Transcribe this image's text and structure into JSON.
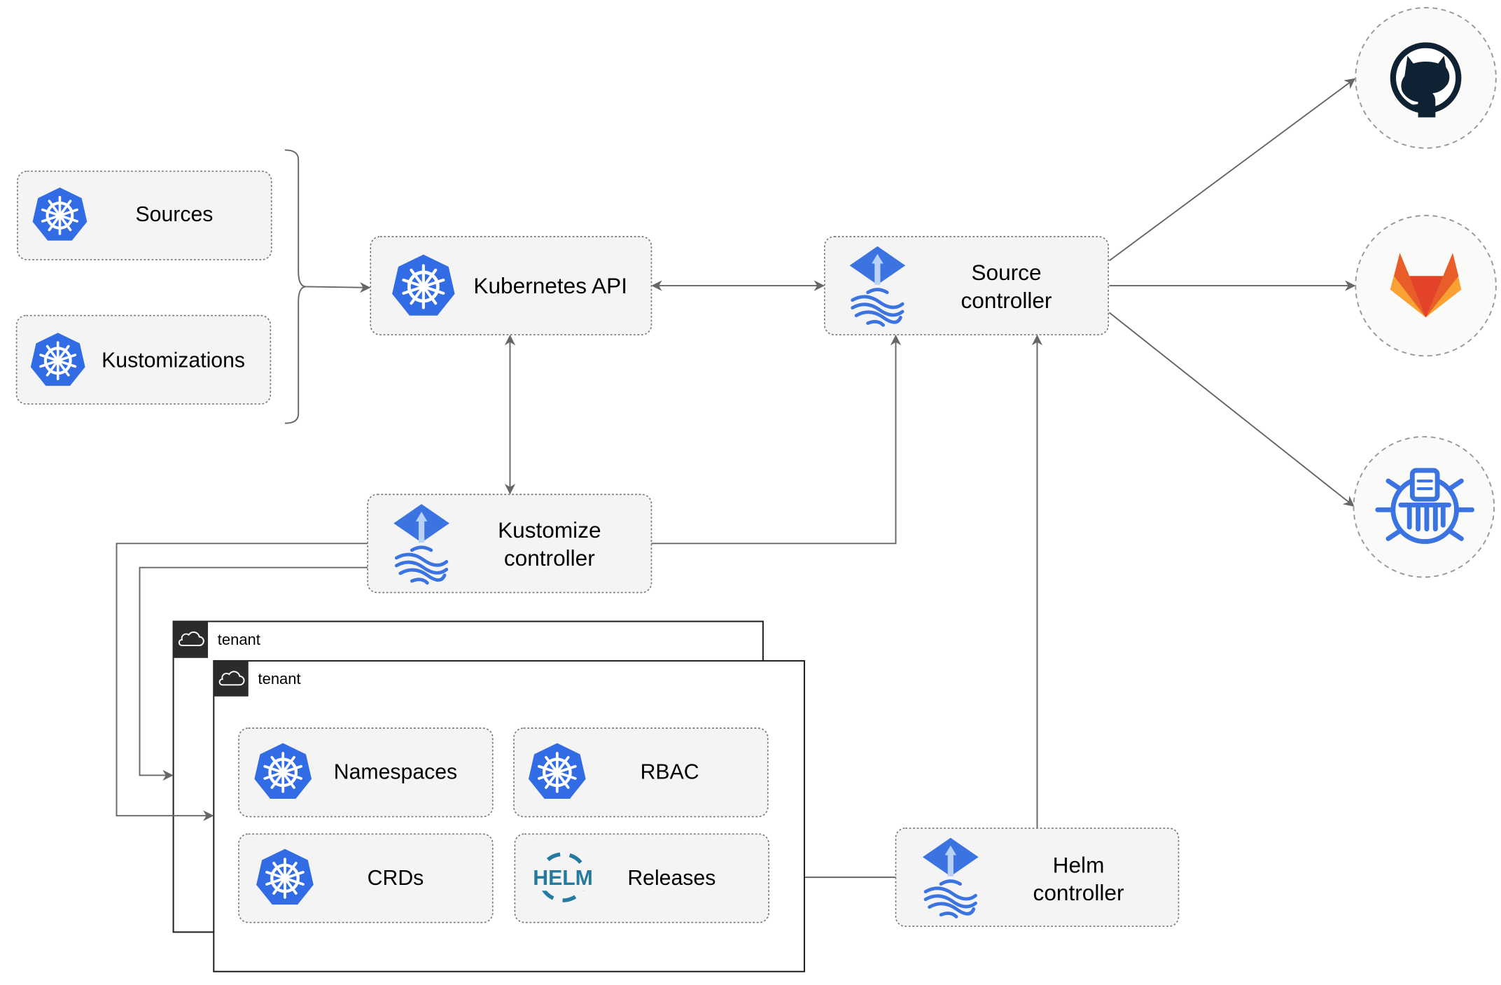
{
  "nodes": {
    "sources": "Sources",
    "kustomizations": "Kustomizations",
    "kubernetes_api": "Kubernetes API",
    "source_controller": [
      "Source",
      "controller"
    ],
    "kustomize_controller": [
      "Kustomize",
      "controller"
    ],
    "helm_controller": [
      "Helm",
      "controller"
    ],
    "namespaces": "Namespaces",
    "rbac": "RBAC",
    "crds": "CRDs",
    "releases": "Releases"
  },
  "tenants": [
    "tenant",
    "tenant"
  ],
  "logos": {
    "helm": "HELM"
  },
  "external_sources": [
    "github-icon",
    "gitlab-icon",
    "helm-repository-icon"
  ],
  "colors": {
    "kubernetes_blue": "#326ce5",
    "flux_blue": "#3b74e0",
    "helm_blue": "#277a9f",
    "github_dark": "#0f2233",
    "gitlab_orange": "#e85d2a",
    "gitlab_yellow": "#f9a233"
  }
}
